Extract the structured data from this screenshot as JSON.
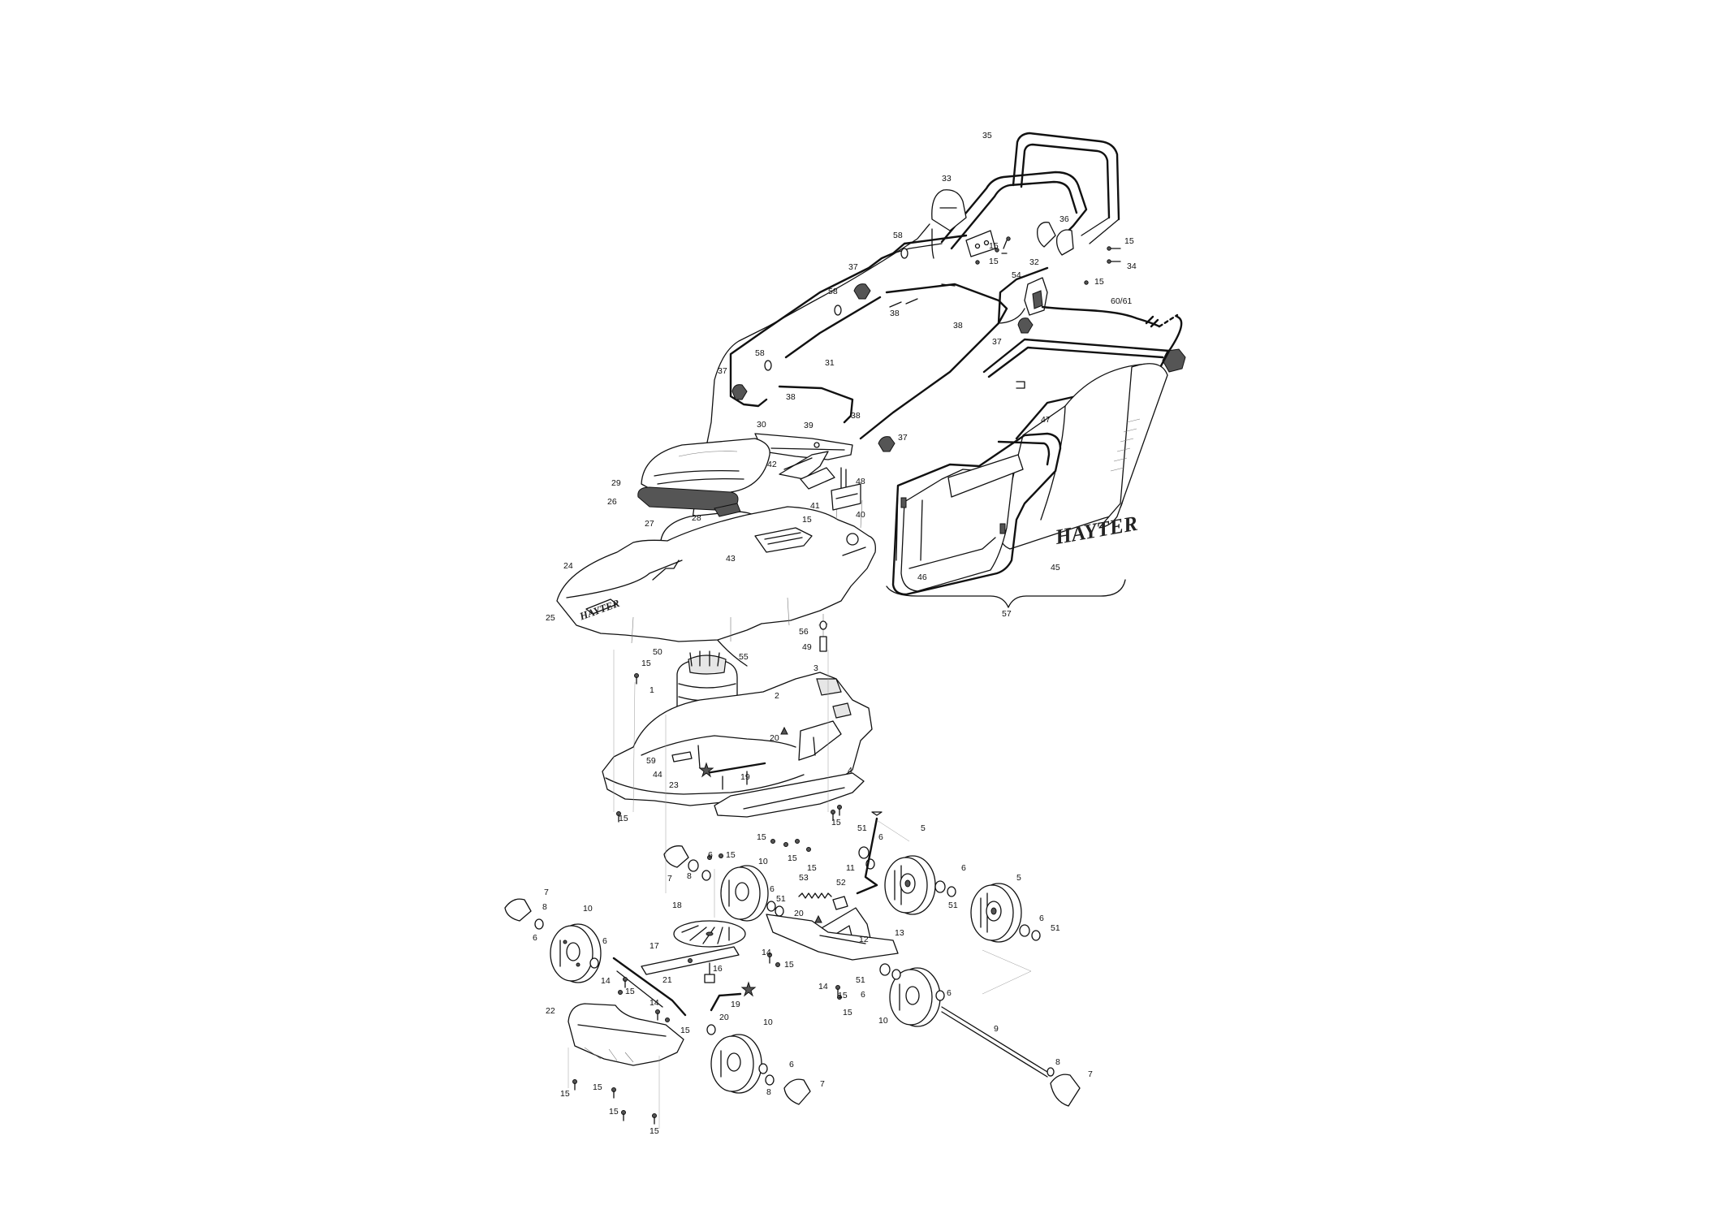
{
  "diagram": {
    "brand_marks": [
      "HAYTER",
      "HAYTER"
    ],
    "callouts": [
      {
        "id": "c35",
        "label": "35"
      },
      {
        "id": "c33",
        "label": "33"
      },
      {
        "id": "c58a",
        "label": "58"
      },
      {
        "id": "c36",
        "label": "36"
      },
      {
        "id": "c15a",
        "label": "15"
      },
      {
        "id": "c15b",
        "label": "15"
      },
      {
        "id": "c15c",
        "label": "15"
      },
      {
        "id": "c32",
        "label": "32"
      },
      {
        "id": "c34",
        "label": "34"
      },
      {
        "id": "c37a",
        "label": "37"
      },
      {
        "id": "c58b",
        "label": "58"
      },
      {
        "id": "c54",
        "label": "54"
      },
      {
        "id": "c15d",
        "label": "15"
      },
      {
        "id": "c6061",
        "label": "60/61"
      },
      {
        "id": "c38a",
        "label": "38"
      },
      {
        "id": "c38b",
        "label": "38"
      },
      {
        "id": "c37b",
        "label": "37"
      },
      {
        "id": "c58c",
        "label": "58"
      },
      {
        "id": "c31",
        "label": "31"
      },
      {
        "id": "c37c",
        "label": "37"
      },
      {
        "id": "c38c",
        "label": "38"
      },
      {
        "id": "c38d",
        "label": "38"
      },
      {
        "id": "c30",
        "label": "30"
      },
      {
        "id": "c39",
        "label": "39"
      },
      {
        "id": "c47",
        "label": "47"
      },
      {
        "id": "c37d",
        "label": "37"
      },
      {
        "id": "c42",
        "label": "42"
      },
      {
        "id": "c29",
        "label": "29"
      },
      {
        "id": "c48",
        "label": "48"
      },
      {
        "id": "c26",
        "label": "26"
      },
      {
        "id": "c41",
        "label": "41"
      },
      {
        "id": "c40",
        "label": "40"
      },
      {
        "id": "c28",
        "label": "28"
      },
      {
        "id": "c27",
        "label": "27"
      },
      {
        "id": "c15e",
        "label": "15"
      },
      {
        "id": "c43",
        "label": "43"
      },
      {
        "id": "c24",
        "label": "24"
      },
      {
        "id": "c46",
        "label": "46"
      },
      {
        "id": "c45",
        "label": "45"
      },
      {
        "id": "c57",
        "label": "57"
      },
      {
        "id": "c25",
        "label": "25"
      },
      {
        "id": "c56",
        "label": "56"
      },
      {
        "id": "c49",
        "label": "49"
      },
      {
        "id": "c50",
        "label": "50"
      },
      {
        "id": "c15f",
        "label": "15"
      },
      {
        "id": "c55",
        "label": "55"
      },
      {
        "id": "c3",
        "label": "3"
      },
      {
        "id": "c1",
        "label": "1"
      },
      {
        "id": "c2",
        "label": "2"
      },
      {
        "id": "c20a",
        "label": "20"
      },
      {
        "id": "c59",
        "label": "59"
      },
      {
        "id": "c44",
        "label": "44"
      },
      {
        "id": "c23",
        "label": "23"
      },
      {
        "id": "c19a",
        "label": "19"
      },
      {
        "id": "c4",
        "label": "4"
      },
      {
        "id": "c15g",
        "label": "15"
      },
      {
        "id": "c15h",
        "label": "15"
      },
      {
        "id": "c15i",
        "label": "15"
      },
      {
        "id": "c51a",
        "label": "51"
      },
      {
        "id": "c5a",
        "label": "5"
      },
      {
        "id": "c6a",
        "label": "6"
      },
      {
        "id": "c6b",
        "label": "6"
      },
      {
        "id": "c15j",
        "label": "15"
      },
      {
        "id": "c15k",
        "label": "15"
      },
      {
        "id": "c10a",
        "label": "10"
      },
      {
        "id": "c7a",
        "label": "7"
      },
      {
        "id": "c8a",
        "label": "8"
      },
      {
        "id": "c15l",
        "label": "15"
      },
      {
        "id": "c11",
        "label": "11"
      },
      {
        "id": "c53",
        "label": "53"
      },
      {
        "id": "c52",
        "label": "52"
      },
      {
        "id": "c6c",
        "label": "6"
      },
      {
        "id": "c5b",
        "label": "5"
      },
      {
        "id": "c51b",
        "label": "51"
      },
      {
        "id": "c7b",
        "label": "7"
      },
      {
        "id": "c8b",
        "label": "8"
      },
      {
        "id": "c10b",
        "label": "10"
      },
      {
        "id": "c18",
        "label": "18"
      },
      {
        "id": "c6d",
        "label": "6"
      },
      {
        "id": "c51c",
        "label": "51"
      },
      {
        "id": "c20b",
        "label": "20"
      },
      {
        "id": "c6e",
        "label": "6"
      },
      {
        "id": "c51d",
        "label": "51"
      },
      {
        "id": "c12",
        "label": "12"
      },
      {
        "id": "c13",
        "label": "13"
      },
      {
        "id": "c6f",
        "label": "6"
      },
      {
        "id": "c6g",
        "label": "6"
      },
      {
        "id": "c17",
        "label": "17"
      },
      {
        "id": "c14a",
        "label": "14"
      },
      {
        "id": "c15m",
        "label": "15"
      },
      {
        "id": "c16",
        "label": "16"
      },
      {
        "id": "c14b",
        "label": "14"
      },
      {
        "id": "c15n",
        "label": "15"
      },
      {
        "id": "c21",
        "label": "21"
      },
      {
        "id": "c14c",
        "label": "14"
      },
      {
        "id": "c15o",
        "label": "15"
      },
      {
        "id": "c19b",
        "label": "19"
      },
      {
        "id": "c14d",
        "label": "14"
      },
      {
        "id": "c15p",
        "label": "15"
      },
      {
        "id": "c51e",
        "label": "51"
      },
      {
        "id": "c6h",
        "label": "6"
      },
      {
        "id": "c6i",
        "label": "6"
      },
      {
        "id": "c10c",
        "label": "10"
      },
      {
        "id": "c22",
        "label": "22"
      },
      {
        "id": "c20c",
        "label": "20"
      },
      {
        "id": "c15q",
        "label": "15"
      },
      {
        "id": "c10d",
        "label": "10"
      },
      {
        "id": "c9",
        "label": "9"
      },
      {
        "id": "c6j",
        "label": "6"
      },
      {
        "id": "c15r",
        "label": "15"
      },
      {
        "id": "c15s",
        "label": "15"
      },
      {
        "id": "c8c",
        "label": "8"
      },
      {
        "id": "c7c",
        "label": "7"
      },
      {
        "id": "c8d",
        "label": "8"
      },
      {
        "id": "c7d",
        "label": "7"
      },
      {
        "id": "c15t",
        "label": "15"
      },
      {
        "id": "c15u",
        "label": "15"
      }
    ]
  }
}
